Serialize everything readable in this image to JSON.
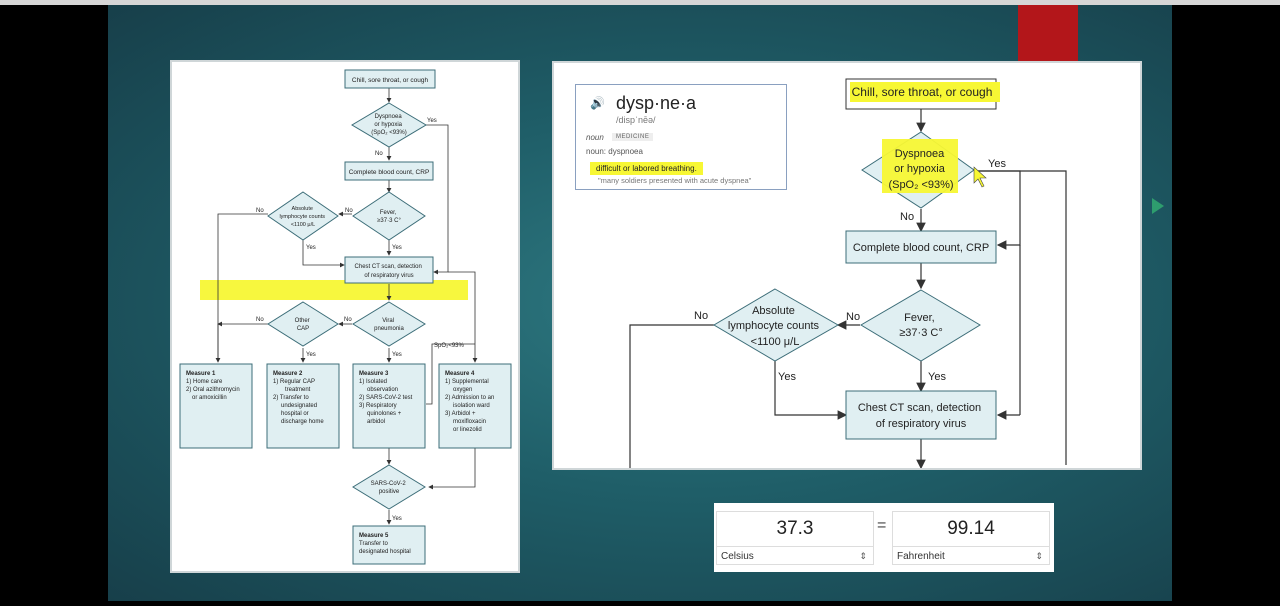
{
  "left_flowchart": {
    "start": "Chill, sore throat, or cough",
    "dyspnoea": [
      "Dyspnoea",
      "or hypoxia",
      "(SpO₂ <93%)"
    ],
    "yes": "Yes",
    "no": "No",
    "cbc": "Complete blood count, CRP",
    "fever": [
      "Fever,",
      "≥37·3 C°"
    ],
    "lymph": [
      "Absolute",
      "lymphocyte counts",
      "<1100 μ/L"
    ],
    "ct": [
      "Chest CT scan, detection",
      "of respiratory virus"
    ],
    "other_cap": [
      "Other",
      "CAP"
    ],
    "viral": [
      "Viral",
      "pneumonia"
    ],
    "spo2": "SpO₂<93%",
    "m1": [
      "Measure 1",
      "1) Home care",
      "2) Oral azithromycin",
      "or amoxicillin"
    ],
    "m2": [
      "Measure 2",
      "1) Regular CAP",
      "treatment",
      "2) Transfer to",
      "undesignated",
      "hospital or",
      "discharge home"
    ],
    "m3": [
      "Measure 3",
      "1) Isolated",
      "observation",
      "2) SARS-CoV-2 test",
      "3) Respiratory",
      "quinolones +",
      "arbidol"
    ],
    "m4": [
      "Measure 4",
      "1) Supplemental",
      "oxygen",
      "2) Admission to an",
      "isolation ward",
      "3) Arbidol +",
      "moxifloxacin",
      "or linezolid"
    ],
    "sars": [
      "SARS-CoV-2",
      "positive"
    ],
    "m5": [
      "Measure 5",
      "Transfer to",
      "designated hospital"
    ]
  },
  "right_flowchart": {
    "start": "Chill, sore throat, or cough",
    "dyspnoea": [
      "Dyspnoea",
      "or hypoxia",
      "(SpO₂ <93%)"
    ],
    "yes": "Yes",
    "no": "No",
    "cbc": "Complete blood count, CRP",
    "fever": [
      "Fever,",
      "≥37·3 C°"
    ],
    "lymph": [
      "Absolute",
      "lymphocyte counts",
      "<1100 μ/L"
    ],
    "ct": [
      "Chest CT scan, detection",
      "of respiratory virus"
    ]
  },
  "dictionary": {
    "word": "dysp·ne·a",
    "phonetic": "/dispˈnēə/",
    "pos": "noun",
    "tag": "MEDICINE",
    "noun_line": "noun: dyspnoea",
    "definition": "difficult or labored breathing.",
    "example": "\"many soldiers presented with acute dyspnea\""
  },
  "converter": {
    "left_value": "37.3",
    "left_unit": "Celsius",
    "equals": "=",
    "right_value": "99.14",
    "right_unit": "Fahrenheit"
  },
  "colors": {
    "highlight": "#f7f734",
    "box_fill": "#e0eff2",
    "box_stroke": "#3c6d78",
    "accent_red": "#b3161a"
  }
}
